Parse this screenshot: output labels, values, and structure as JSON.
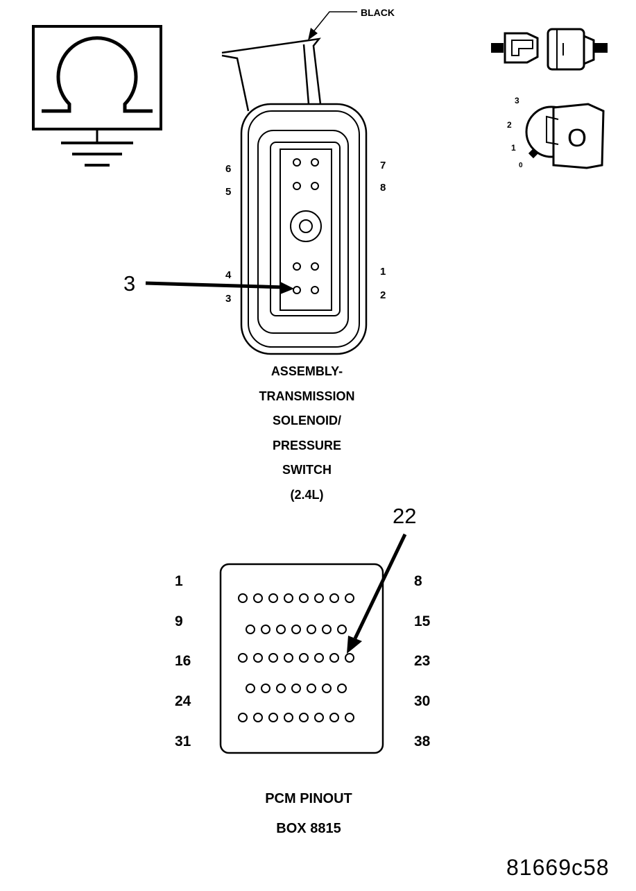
{
  "wire_color_label": "BLACK",
  "solenoid_connector": {
    "caption_lines": [
      "ASSEMBLY-",
      "TRANSMISSION",
      "SOLENOID/",
      "PRESSURE",
      "SWITCH",
      "(2.4L)"
    ],
    "pin_labels_left": [
      "6",
      "5",
      "4",
      "3"
    ],
    "pin_labels_right": [
      "7",
      "8",
      "1",
      "2"
    ],
    "callout_pin": "3"
  },
  "pcm_connector": {
    "caption_lines": [
      "PCM PINOUT",
      "BOX 8815"
    ],
    "row_labels_left": [
      "1",
      "9",
      "16",
      "24",
      "31"
    ],
    "row_labels_right": [
      "8",
      "15",
      "23",
      "30",
      "38"
    ],
    "row_pin_counts": [
      8,
      7,
      8,
      7,
      8
    ],
    "callout_pin": "22"
  },
  "ignition_positions": [
    "3",
    "2",
    "1",
    "0"
  ],
  "ignition_key_letter": "O",
  "figure_id": "81669c58",
  "icons": [
    "ohmmeter-ground-icon",
    "disconnect-connector-icon",
    "ignition-key-off-icon"
  ]
}
